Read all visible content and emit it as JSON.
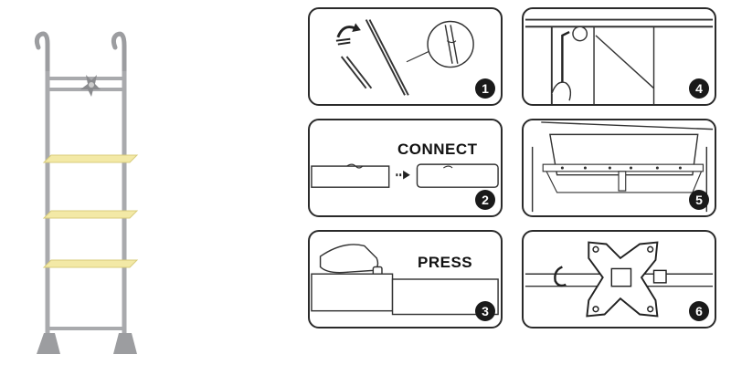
{
  "steps": [
    {
      "number": "1"
    },
    {
      "number": "2",
      "label": "CONNECT"
    },
    {
      "number": "3",
      "label": "PRESS"
    },
    {
      "number": "4"
    },
    {
      "number": "5"
    },
    {
      "number": "6"
    }
  ],
  "colors": {
    "frame": "#a9aaad",
    "shelf": "#f3e9a6",
    "outline": "#2a2a2a",
    "badge": "#1a1a1a"
  },
  "icons": [
    "rotate-arrow-icon",
    "right-arrow-icon"
  ]
}
